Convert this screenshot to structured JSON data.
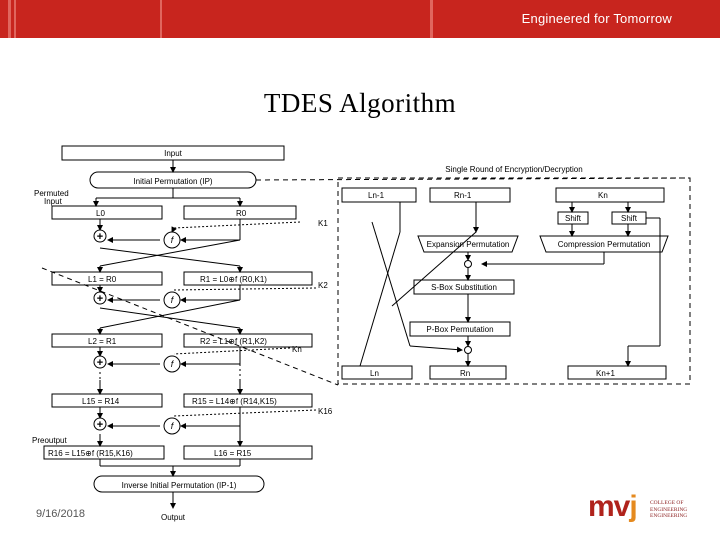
{
  "header": {
    "tagline": "Engineered for Tomorrow",
    "banner_color": "#c8251e",
    "banner_accent_color": "#e0665e"
  },
  "slide": {
    "title": "TDES   Algorithm",
    "date": "9/16/2018"
  },
  "logo": {
    "mark": "mvj",
    "mark_color_mv": "#b0231c",
    "mark_color_j": "#e58a1f",
    "lines": [
      "COLLEGE OF",
      "ENGINEERING",
      "ENGINEERING"
    ]
  },
  "diagram": {
    "input": "Input",
    "initial_permutation": "Initial Permutation (IP)",
    "permuted_input": [
      "Permuted",
      "Input"
    ],
    "L0": "L0",
    "R0": "R0",
    "K1": "K1",
    "f": "f",
    "plus": "+",
    "L1": "L1 = R0",
    "R1": "R1 = L0⊕f (R0,K1)",
    "K2": "K2",
    "L2": "L2 = R1",
    "R2": "R2 = L1⊕f (R1,K2)",
    "Kn": "Kn",
    "L15": "L15 = R14",
    "R15": "R15 = L14⊕f (R14,K15)",
    "K16": "K16",
    "preoutput": "Preoutput",
    "R16": "R16 = L15⊕f (R15,K16)",
    "L16": "L16 = R15",
    "inverse_ip": "Inverse Initial Permutation (IP-1)",
    "output": "Output",
    "round_title": "Single Round of Encryption/Decryption",
    "Ln_1": "Ln-1",
    "Rn_1": "Rn-1",
    "Kn_box": "Kn",
    "shift": "Shift",
    "expansion_permutation": "Expansion Permutation",
    "compression_permutation": "Compression Permutation",
    "sbox_substitution": "S-Box Substitution",
    "pbox_permutation": "P-Box Permutation",
    "Ln": "Ln",
    "Rn": "Rn",
    "Kn_plus_1": "Kn+1"
  }
}
